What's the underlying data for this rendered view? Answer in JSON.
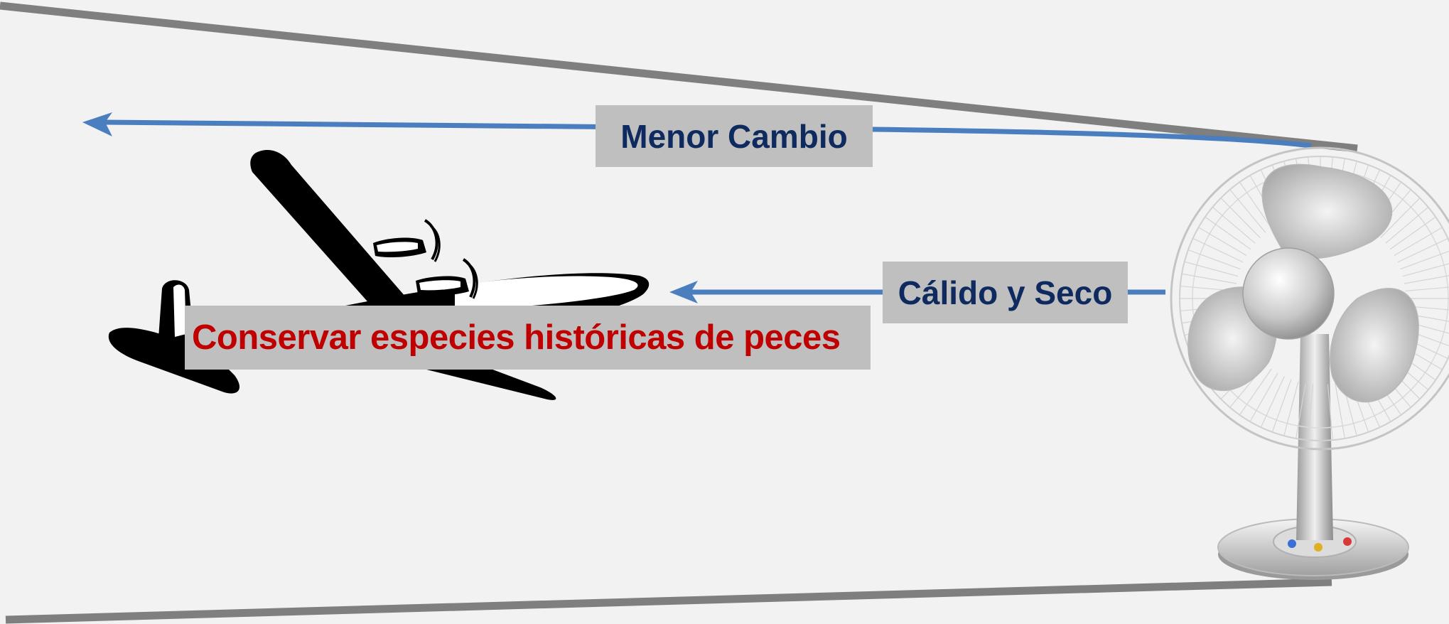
{
  "labels": {
    "menor_cambio": "Menor Cambio",
    "calido_seco": "Cálido y Seco",
    "conservar": "Conservar especies históricas de peces"
  },
  "colors": {
    "background": "#f2f2f2",
    "funnel_line": "#7f7f7f",
    "arrow": "#4a7ebf",
    "label_box": "#bfbfbf",
    "label_text_navy": "#0e2a5e",
    "label_text_red": "#c00000"
  },
  "icons": {
    "airplane": "airplane-icon",
    "fan": "electric-fan-icon"
  }
}
